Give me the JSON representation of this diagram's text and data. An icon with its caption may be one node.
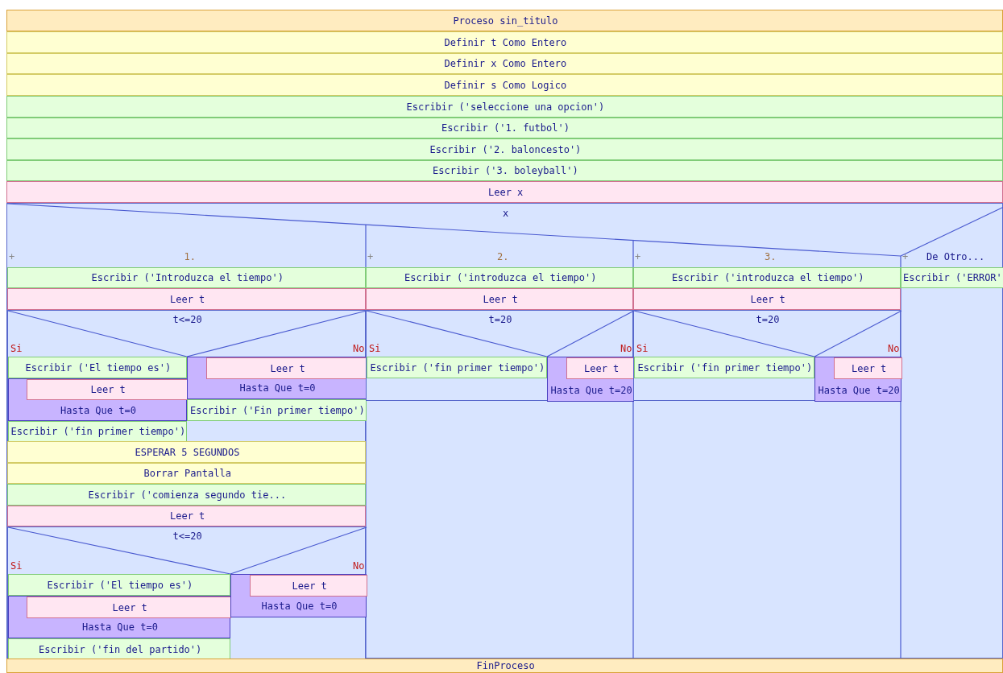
{
  "diagram": {
    "nodes": [
      {
        "text": [
          "Proceso sin_titulo"
        ]
      },
      {
        "text": [
          "Definir t Como Entero"
        ]
      },
      {
        "text": [
          "Definir x Como Entero"
        ]
      },
      {
        "text": [
          "Definir s Como Logico"
        ]
      },
      {
        "text": [
          "Escribir ('seleccione una opcion')"
        ]
      },
      {
        "text": [
          "Escribir ('1. futbol')"
        ]
      },
      {
        "text": [
          "Escribir ('2. baloncesto')"
        ]
      },
      {
        "text": [
          "Escribir ('3. boleyball')"
        ]
      },
      {
        "text": [
          "Leer x"
        ]
      },
      {
        "text": [
          "x",
          "+",
          "1.",
          "+",
          "2.",
          "+",
          "3.",
          "+",
          "De Otro..."
        ]
      },
      {
        "text": [
          "Escribir ('Introduzca el tiempo')"
        ],
        "in": 9
      },
      {
        "text": [
          "Leer t"
        ],
        "in": 9
      },
      {
        "text": [
          "t<=20",
          "Si",
          "No"
        ],
        "in": 9
      },
      {
        "text": [
          "Escribir ('El tiempo es')"
        ],
        "in": 12
      },
      {
        "text": [
          "Hasta Que t=0"
        ],
        "in": 12
      },
      {
        "text": [
          "Leer t"
        ],
        "in": 14
      },
      {
        "text": [
          "Escribir ('fin primer tiempo')"
        ],
        "in": 12
      },
      {
        "text": [
          "Hasta Que t=0"
        ],
        "in": 12
      },
      {
        "text": [
          "Leer t"
        ],
        "in": 17
      },
      {
        "text": [
          "Escribir ('Fin primer tiempo')"
        ],
        "in": 12
      },
      {
        "text": [
          "ESPERAR 5 SEGUNDOS"
        ],
        "in": 9
      },
      {
        "text": [
          "Borrar Pantalla"
        ],
        "in": 9
      },
      {
        "text": [
          "Escribir ('comienza segundo tie..."
        ],
        "in": 9
      },
      {
        "text": [
          "Leer t"
        ],
        "in": 9
      },
      {
        "text": [
          "t<=20",
          "Si",
          "No"
        ],
        "in": 9
      },
      {
        "text": [
          "Escribir ('El tiempo es')"
        ],
        "in": 24
      },
      {
        "text": [
          "Hasta Que t=0"
        ],
        "in": 24
      },
      {
        "text": [
          "Leer t"
        ],
        "in": 26
      },
      {
        "text": [
          "Escribir ('fin del partido')"
        ],
        "in": 24
      },
      {
        "text": [
          "Hasta Que t=0"
        ],
        "in": 24
      },
      {
        "text": [
          "Leer t"
        ],
        "in": 29
      },
      {
        "text": [
          "Escribir ('introduzca el tiempo')"
        ],
        "in": 9
      },
      {
        "text": [
          "Leer t"
        ],
        "in": 9
      },
      {
        "text": [
          "t=20",
          "Si",
          "No"
        ],
        "in": 9
      },
      {
        "text": [
          "Escribir ('fin primer tiempo')"
        ],
        "in": 33
      },
      {
        "text": [
          "Hasta Que t=20"
        ],
        "in": 33
      },
      {
        "text": [
          "Leer t"
        ],
        "in": 35
      },
      {
        "text": [
          "Escribir ('introduzca el tiempo')"
        ],
        "in": 9
      },
      {
        "text": [
          "Leer t"
        ],
        "in": 9
      },
      {
        "text": [
          "t=20",
          "Si",
          "No"
        ],
        "in": 9
      },
      {
        "text": [
          "Escribir ('fin primer tiempo')"
        ],
        "in": 39
      },
      {
        "text": [
          "Hasta Que t=20"
        ],
        "in": 39
      },
      {
        "text": [
          "Leer t"
        ],
        "in": 41
      },
      {
        "text": [
          "Escribir ('ERROR'"
        ],
        "in": 9
      },
      {
        "text": [
          "FinProceso"
        ]
      }
    ]
  }
}
